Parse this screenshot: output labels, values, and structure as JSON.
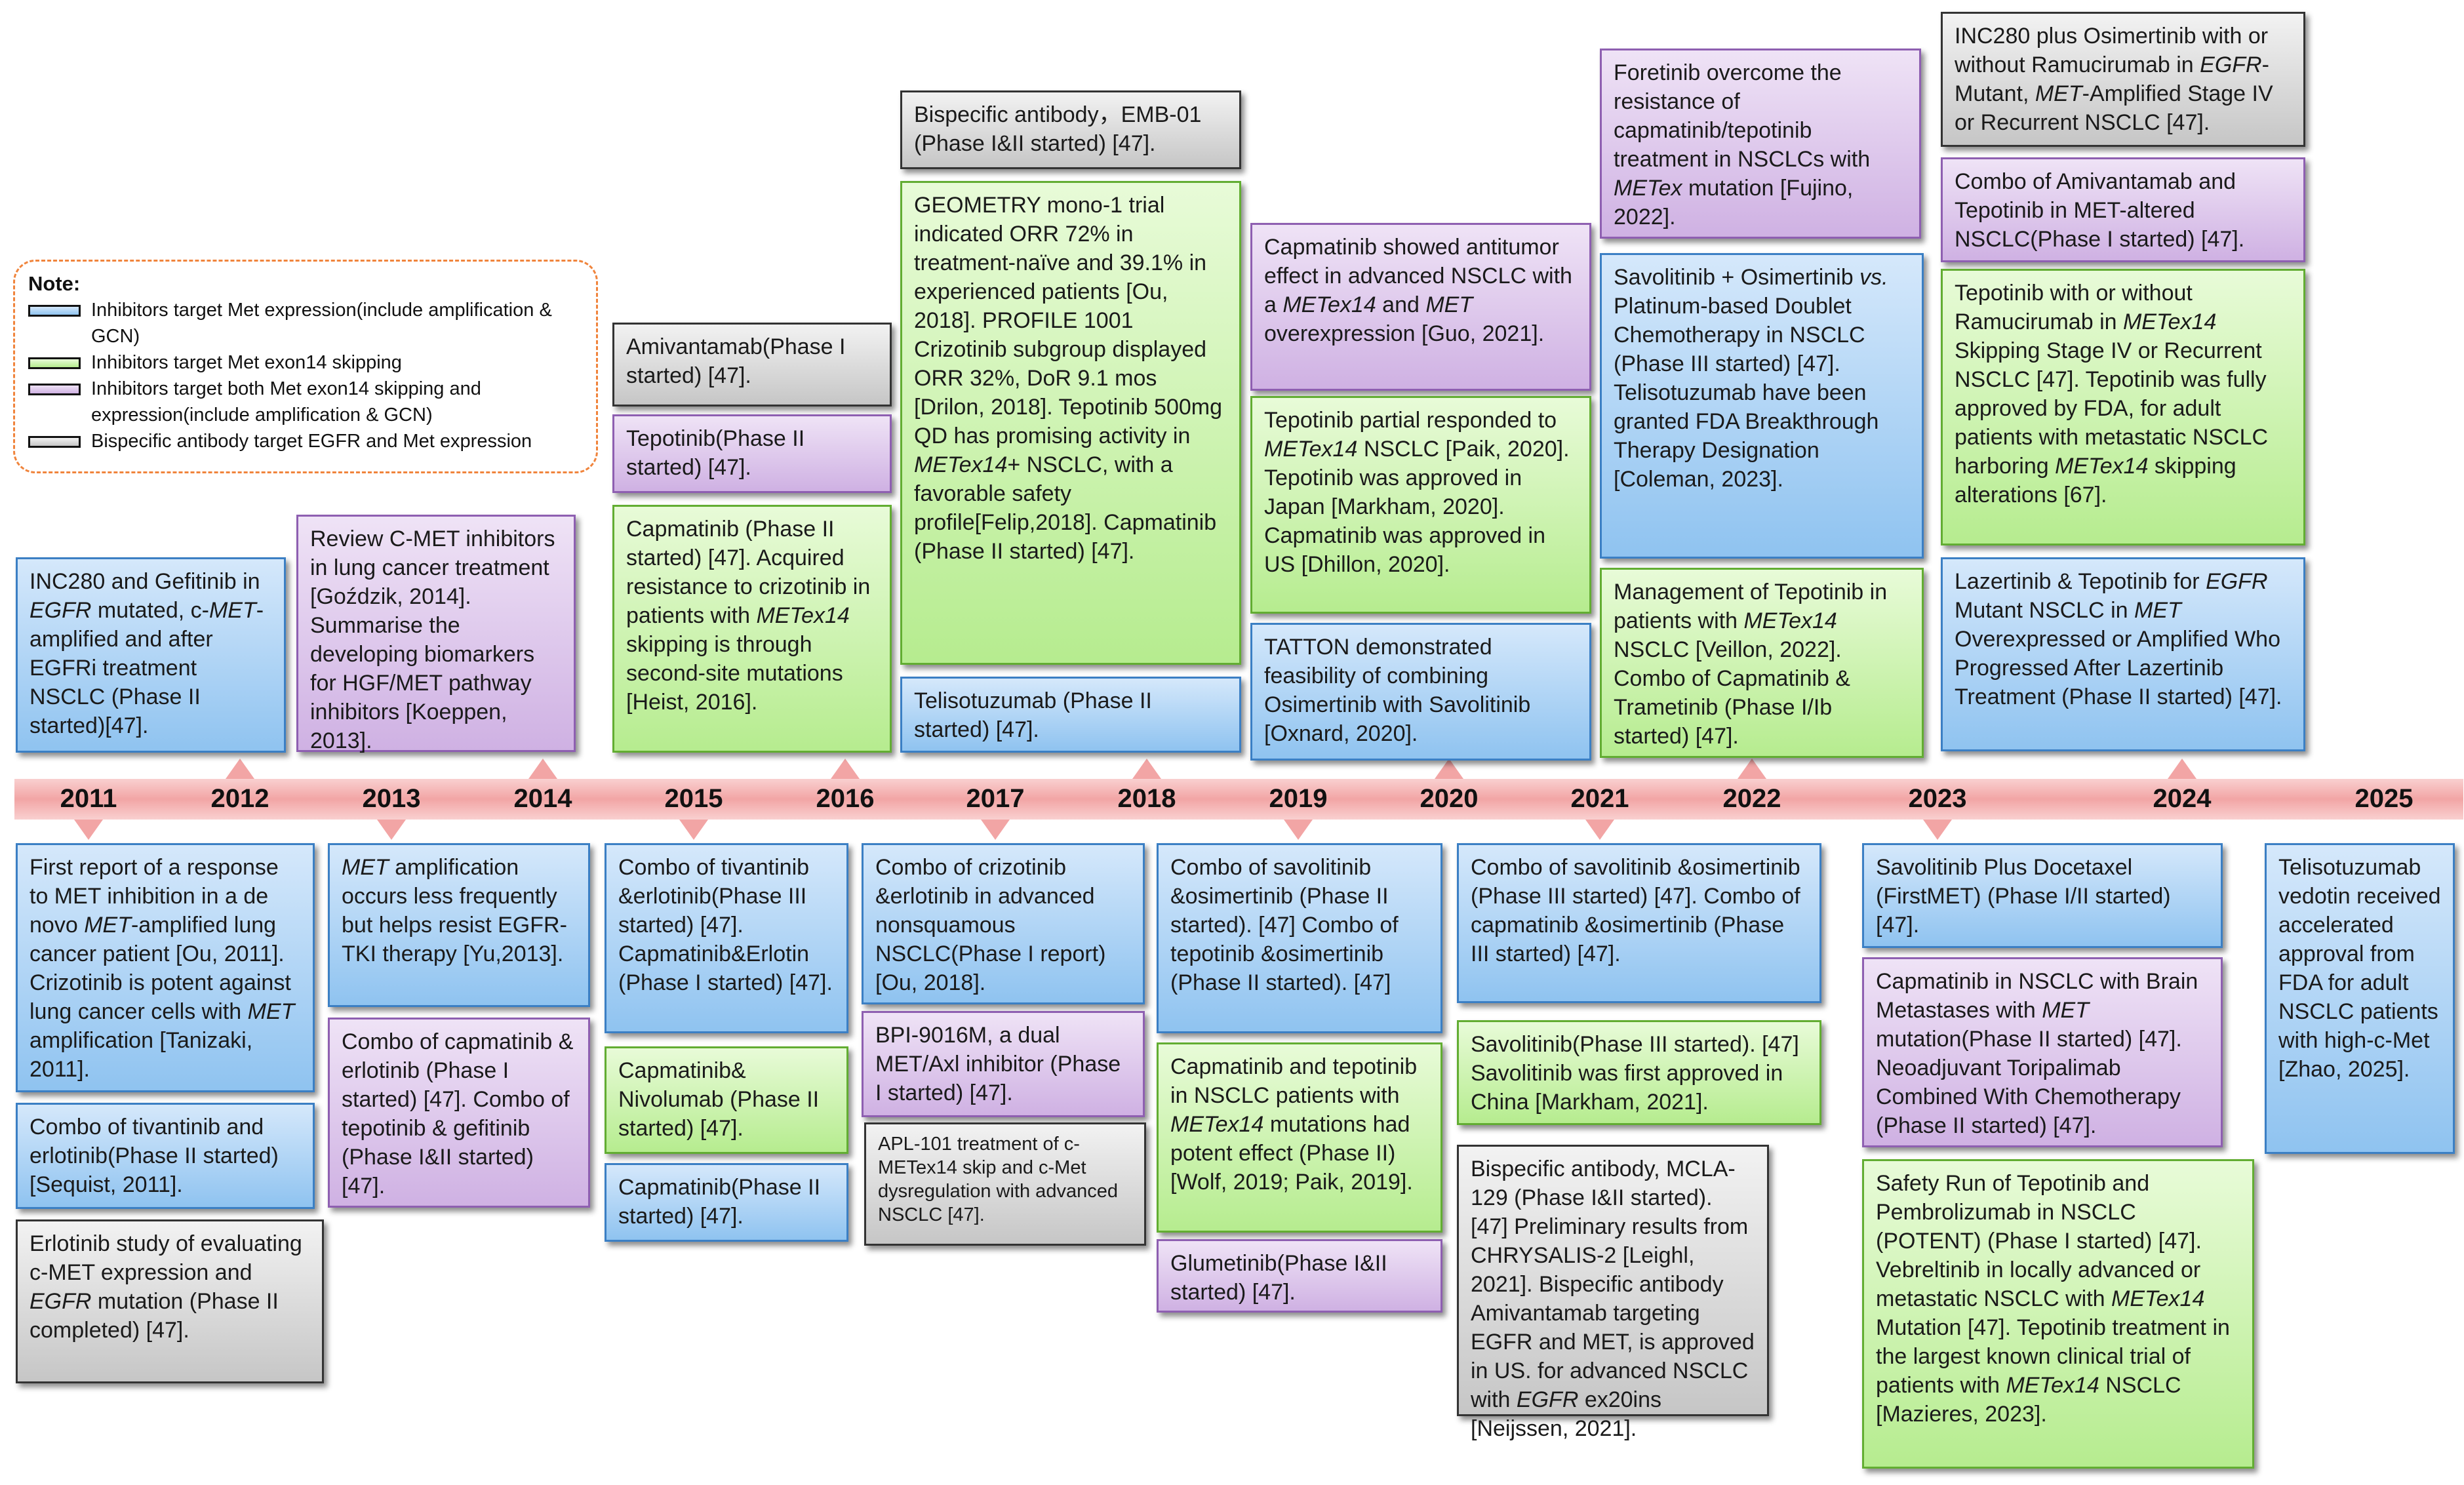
{
  "legend": {
    "title": "Note:",
    "items": [
      {
        "label": "Inhibitors target Met expression(include amplification & GCN)",
        "color": "#8fc3f0"
      },
      {
        "label": "Inhibitors target Met exon14 skipping",
        "color": "#b6ec8f"
      },
      {
        "label": "Inhibitors target both Met exon14 skipping and expression(include amplification & GCN)",
        "color": "#cfb1e3"
      },
      {
        "label": "Bispecific antibody target EGFR and Met expression",
        "color": "#c6c6c6"
      }
    ]
  },
  "years": [
    "2011",
    "2012",
    "2013",
    "2014",
    "2015",
    "2016",
    "2017",
    "2018",
    "2019",
    "2020",
    "2021",
    "2022",
    "2023",
    "2024",
    "2025"
  ],
  "events": {
    "e2012_up": "INC280 and Gefitinib in <i>EGFR</i> mutated, c-<i>MET</i>- amplified and after EGFRi treatment NSCLC (Phase II started)[47].",
    "e2011_a": "First report of a response to MET inhibition in a de novo <i>MET</i>-amplified lung cancer patient [Ou, 2011]. Crizotinib is potent against lung cancer cells with <i>MET</i> amplification [Tanizaki, 2011].",
    "e2011_b": "Combo of tivantinib and erlotinib(Phase II started) [Sequist, 2011].",
    "e2011_c": "Erlotinib study of evaluating c-MET expression and <i>EGFR</i> mutation (Phase II completed) [47].",
    "e2014_up": "Review C-MET inhibitors in lung cancer treatment [Goździk, 2014]. Summarise the developing biomarkers for HGF/MET pathway inhibitors [Koeppen, 2013].",
    "e2013_a": "<i>MET</i> amplification occurs less frequently but helps resist EGFR-TKI therapy [Yu,2013].",
    "e2013_b": "Combo of capmatinib & erlotinib (Phase I started) [47]. Combo of tepotinib & gefitinib (Phase I&amp;II started) [47].",
    "e2016_a": "Amivantamab(Phase I started) [47].",
    "e2016_b": "Tepotinib(Phase II started) [47].",
    "e2016_c": "Capmatinib (Phase II started) [47]. Acquired resistance to crizotinib in patients with <i>METex14</i> skipping is through second-site mutations [Heist, 2016].",
    "e2015_a": "Combo of tivantinib &amp;erlotinib(Phase III started) [47]. Capmatinib&amp;Erlotin (Phase I started) [47].",
    "e2015_b": "Capmatinib&amp; Nivolumab (Phase II started) [47].",
    "e2015_c": "Capmatinib(Phase II started) [47].",
    "e2018_a": "Bispecific antibody，EMB-01 (Phase I&amp;II started) [47].",
    "e2018_b": "GEOMETRY mono-1 trial indicated ORR 72% in treatment-naïve and 39.1% in experienced patients [Ou, 2018]. PROFILE 1001 Crizotinib subgroup displayed ORR 32%, DoR 9.1 mos [Drilon, 2018]. Tepotinib 500mg QD has promising activity in <i>METex14</i>+ NSCLC, with a favorable safety profile[Felip,2018]. Capmatinib (Phase II started) [47].",
    "e2018_c": "Telisotuzumab (Phase II started) [47].",
    "e2017_a": "Combo of crizotinib &amp;erlotinib in advanced nonsquamous NSCLC(Phase I report) [Ou, 2018].",
    "e2017_b": "BPI-9016M, a dual MET/Axl inhibitor (Phase I started) [47].",
    "e2017_c": "APL-101 treatment of c-METex14 skip and c-Met dysregulation with advanced NSCLC [47].",
    "e2020_a": "Capmatinib showed antitumor effect in advanced NSCLC with a <i>METex14</i> and <i>MET</i> overexpression [Guo, 2021].",
    "e2020_b": "Tepotinib partial responded to <i>METex14</i> NSCLC [Paik, 2020]. Tepotinib was approved in Japan [Markham, 2020]. Capmatinib was approved in US [Dhillon, 2020].",
    "e2020_c": "TATTON demonstrated feasibility of combining Osimertinib with Savolitinib [Oxnard, 2020].",
    "e2019_a": "Combo of savolitinib &amp;osimertinib (Phase II started). [47] Combo of tepotinib &amp;osimertinib (Phase II started). [47]",
    "e2019_b": "Capmatinib and tepotinib in NSCLC patients with <i>METex14</i> mutations had potent effect (Phase II) [Wolf, 2019; Paik, 2019].",
    "e2019_c": "Glumetinib(Phase I&amp;II started) [47].",
    "e2022_a": "Foretinib overcome the resistance of capmatinib/tepotinib treatment in NSCLCs with <i>METex</i> mutation [Fujino, 2022].",
    "e2022_b": "Savolitinib + Osimertinib <i>vs.</i> Platinum-based Doublet Chemotherapy in NSCLC (Phase III started) [47]. Telisotuzumab have been granted FDA Breakthrough Therapy Designation [Coleman, 2023].",
    "e2022_c": "Management of Tepotinib in patients with <i>METex14</i> NSCLC [Veillon, 2022]. Combo of Capmatinib &amp; Trametinib (Phase I/Ib started) [47].",
    "e2021_a": "Combo of savolitinib &amp;osimertinib (Phase III started) [47]. Combo of capmatinib &amp;osimertinib (Phase III started) [47].",
    "e2021_b": "Savolitinib(Phase III started). [47] Savolitinib was first approved in China [Markham, 2021].",
    "e2021_c": "Bispecific antibody, MCLA-129 (Phase I&amp;II started). [47] Preliminary results from CHRYSALIS-2 [Leighl, 2021]. Bispecific antibody Amivantamab targeting EGFR and MET, is approved in US. for advanced NSCLC with <i>EGFR</i> ex20ins [Neijssen, 2021].",
    "e2024_a": "INC280 plus Osimertinib with or without Ramucirumab in <i>EGFR</i>-Mutant, <i>MET</i>-Amplified Stage IV or Recurrent NSCLC [47].",
    "e2024_b": "Combo of Amivantamab and Tepotinib in MET-altered NSCLC(Phase I started) [47].",
    "e2024_c": "Tepotinib with or without Ramucirumab in <i>METex14</i> Skipping Stage IV or Recurrent NSCLC [47]. Tepotinib was fully approved by FDA, for adult patients with metastatic NSCLC harboring <i>METex14</i> skipping alterations [67].",
    "e2024_d": "Lazertinib &amp; Tepotinib for <i>EGFR</i> Mutant NSCLC in <i>MET</i> Overexpressed or Amplified Who Progressed After Lazertinib Treatment (Phase II started) [47].",
    "e2023_a": "Savolitinib Plus Docetaxel (FirstMET) (Phase I/II started) [47].",
    "e2023_b": "Capmatinib in NSCLC with Brain Metastases with <i>MET</i> mutation(Phase II started) [47]. Neoadjuvant Toripalimab Combined With Chemotherapy (Phase II started) [47].",
    "e2023_c": "Safety Run of Tepotinib and Pembrolizumab in NSCLC (POTENT) (Phase I started) [47]. Vebreltinib in locally advanced or metastatic NSCLC with <i>METex14</i> Mutation [47]. Tepotinib treatment in the largest known clinical trial of patients with <i>METex14</i> NSCLC [Mazieres, 2023].",
    "e2025_a": "Telisotuzumab vedotin received accelerated approval from FDA for adult NSCLC patients with high-c-Met [Zhao, 2025]."
  }
}
